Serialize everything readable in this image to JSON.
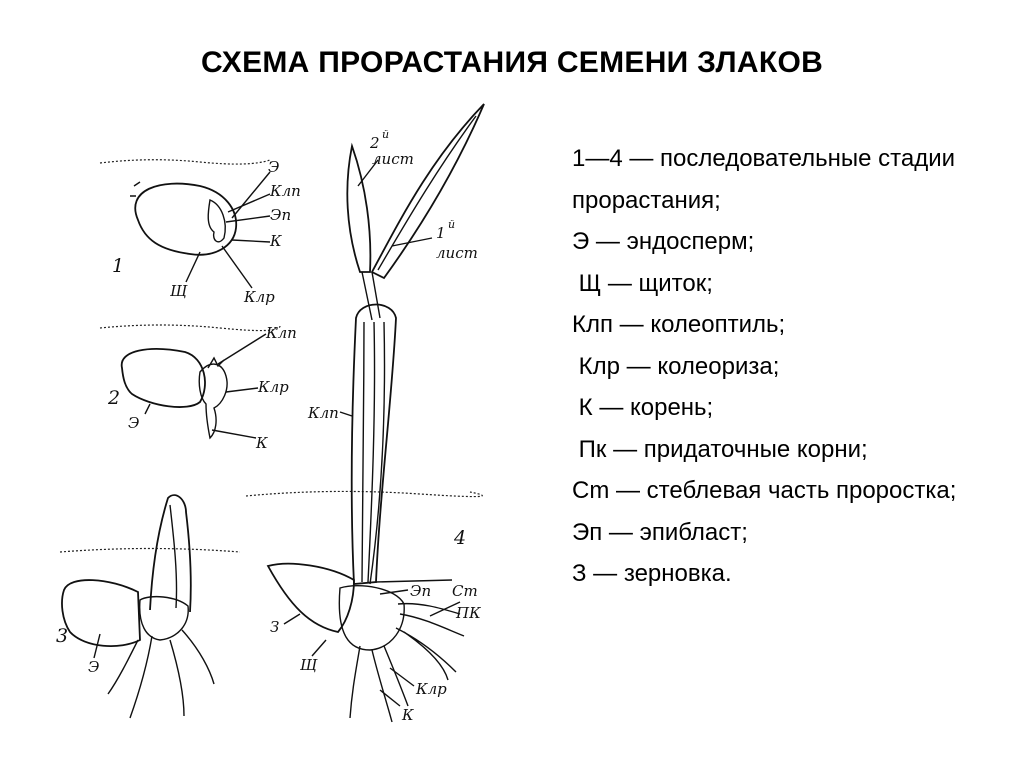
{
  "title": "СХЕМА ПРОРАСТАНИЯ СЕМЕНИ ЗЛАКОВ",
  "diagram": {
    "stage1": {
      "number": "1",
      "labels": {
        "e": "Э",
        "klp": "Клп",
        "ep": "Эп",
        "k": "К",
        "sch": "Щ",
        "klr": "Клр"
      }
    },
    "stage2": {
      "number": "2",
      "labels": {
        "klp": "Клп",
        "klr": "Клр",
        "e": "Э",
        "k": "К"
      }
    },
    "stage3": {
      "number": "3",
      "labels": {
        "e": "Э"
      }
    },
    "stage4": {
      "number": "4",
      "labels": {
        "leaf2_num": "2",
        "leaf2_sup": "й",
        "leaf2_word": "лист",
        "leaf1_num": "1",
        "leaf1_sup": "й",
        "leaf1_word": "лист",
        "klp": "Клп",
        "ep": "Эп",
        "st": "Ст",
        "pk": "ПК",
        "z": "З",
        "sch": "Щ",
        "klr": "Клр",
        "k": "К"
      }
    }
  },
  "legend": [
    "1—4 — последовательные стадии прорастания;",
    "Э — эндосперм;",
    " Щ — щиток;",
    "Клп — колеоптиль;",
    " Клр — колеориза;",
    " К — корень;",
    " Пк — придаточные корни;",
    "Cm — стеблевая часть проростка;",
    "Эп — эпибласт;",
    "З — зерновка."
  ]
}
